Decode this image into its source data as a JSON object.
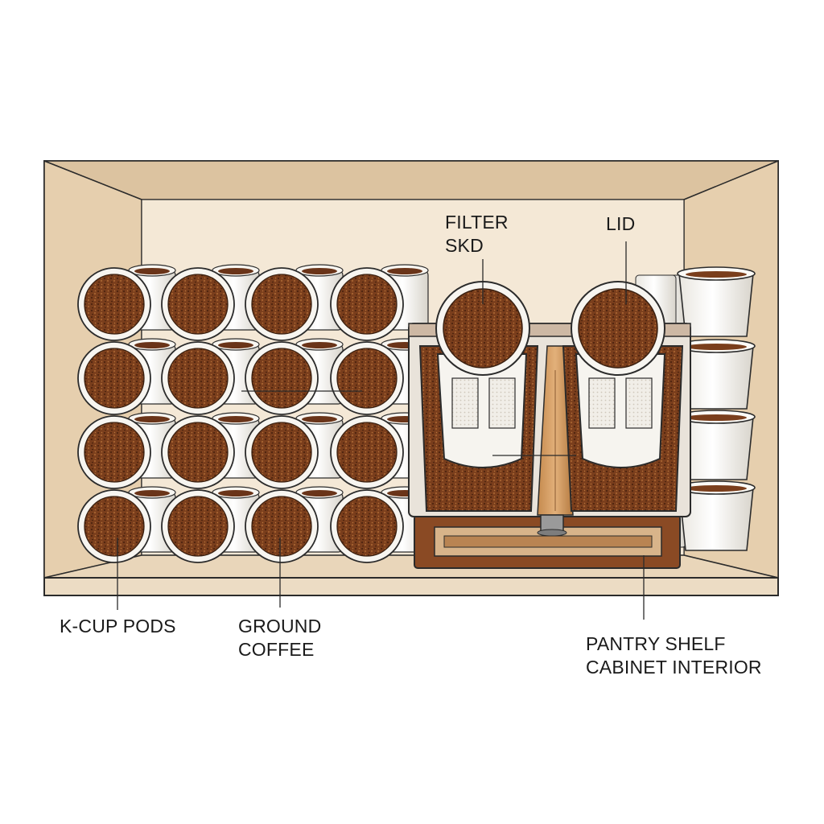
{
  "labels": {
    "filter": [
      "FILTER",
      "SKD"
    ],
    "lid": "LID",
    "kcup_pods": "K-CUP PODS",
    "ground_coffee": [
      "GROUND",
      "COFFEE"
    ],
    "pantry_shelf": [
      "PANTRY SHELF",
      "CABINET INTERIOR"
    ]
  },
  "colors": {
    "cabinet_back": "#f3e6d3",
    "cabinet_side": "#e8d2b4",
    "cabinet_top": "#dcc3a0",
    "coffee_dark": "#5a2d14",
    "coffee_mid": "#8a4a24",
    "cup_white": "#fbfaf6",
    "outline": "#2b2b2b"
  }
}
